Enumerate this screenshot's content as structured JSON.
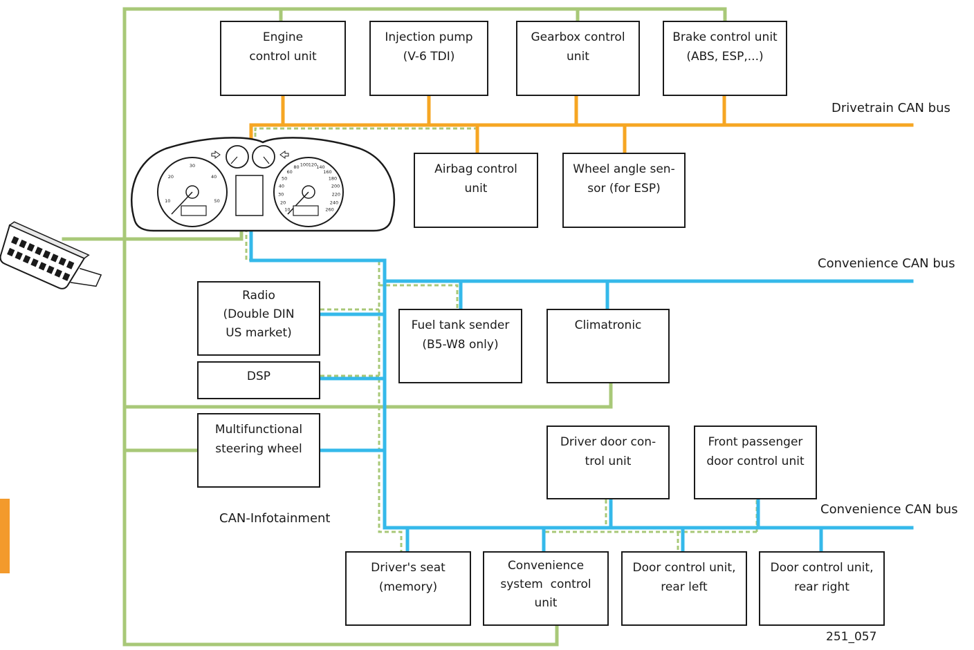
{
  "colors": {
    "drivetrain": "#f6a623",
    "convenience": "#35b9ea",
    "infotainment": "#a8c878",
    "diagnosis": "#a8c878",
    "box_border": "#1a1a1a",
    "side_tab": "#f39a2c"
  },
  "icons": {
    "instrument_cluster": "instrument-cluster-icon",
    "diagnosis_connector": "obd-connector-icon"
  },
  "bus_labels": {
    "drivetrain": "Drivetrain CAN bus",
    "convenience_top": "Convenience CAN bus",
    "convenience_bottom": "Convenience CAN bus",
    "infotainment": "CAN-Infotainment"
  },
  "figure_code": "251_057",
  "units": {
    "engine": [
      "Engine",
      "control unit"
    ],
    "injection_pump": [
      "Injection pump",
      "(V-6 TDI)"
    ],
    "gearbox": [
      "Gearbox control",
      "unit"
    ],
    "brake": [
      "Brake control unit",
      "(ABS, ESP,...)"
    ],
    "airbag": [
      "Airbag control",
      "unit"
    ],
    "wheel_angle": [
      "Wheel angle sen-",
      "sor (for ESP)"
    ],
    "radio": [
      "Radio",
      "(Double DIN",
      "US market)"
    ],
    "dsp": [
      "DSP"
    ],
    "steering_wheel": [
      "Multifunctional",
      "steering wheel"
    ],
    "fuel_tank": [
      "Fuel tank sender",
      "(B5-W8 only)"
    ],
    "climatronic": [
      "Climatronic"
    ],
    "driver_door": [
      "Driver door con-",
      "trol unit"
    ],
    "passenger_door": [
      "Front passenger",
      "door control unit"
    ],
    "drivers_seat": [
      "Driver's seat",
      "(memory)"
    ],
    "convenience_ctrl": [
      "Convenience",
      "system  control",
      "unit"
    ],
    "door_rear_left": [
      "Door control unit,",
      "rear left"
    ],
    "door_rear_right": [
      "Door control unit,",
      "rear right"
    ]
  },
  "gauges": {
    "speed_ticks": [
      "10",
      "20",
      "30",
      "40",
      "50",
      "60",
      "80",
      "100",
      "120",
      "140",
      "160",
      "180",
      "200",
      "220",
      "240",
      "260"
    ],
    "tacho_ticks": [
      "10",
      "20",
      "30",
      "40",
      "50"
    ]
  }
}
